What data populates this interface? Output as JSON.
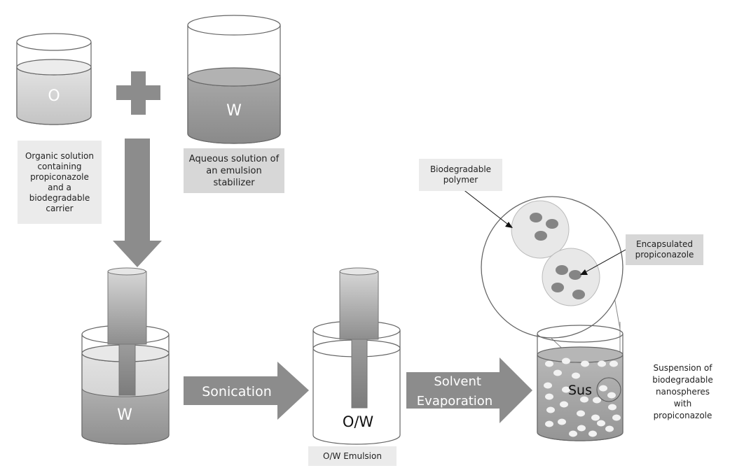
{
  "beakers": {
    "organic": "O",
    "aqueous": "W",
    "mix": "W",
    "emulsion": "O/W",
    "suspension": "Sus"
  },
  "arrows": {
    "sonication": "Sonication",
    "solvent_evaporation": "Solvent\nEvaporation"
  },
  "labels": {
    "organic_solution": "Organic solution\ncontaining\npropiconazole\nand a\nbiodegradable\ncarrier",
    "aqueous_solution": "Aqueous solution of\nan  emulsion\nstabilizer",
    "emulsion": "O/W Emulsion",
    "biodegradable_polymer": "Biodegradable\npolymer",
    "encapsulated": "Encapsulated\npropiconazole",
    "suspension": "Suspension of\nbiodegradable\nnanospheres\nwith\npropiconazole"
  },
  "colors": {
    "arrow_fill": "#8c8c8c",
    "liquid_light": "#d4d4d4",
    "liquid_dark": "#9a9a9a",
    "label_bg": "#ebebeb"
  }
}
